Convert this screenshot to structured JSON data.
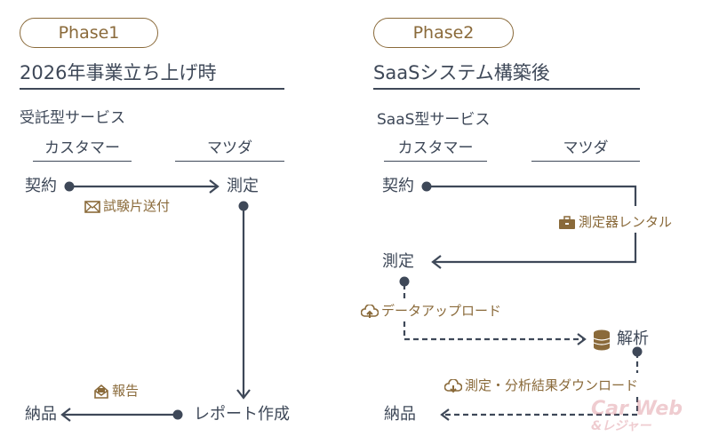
{
  "phase1": {
    "pill": "Phase1",
    "title": "2026年事業立ち上げ時",
    "service": "受託型サービス",
    "col_customer": "カスタマー",
    "col_mazda": "マツダ",
    "nodes": {
      "contract": "契約",
      "measure": "測定",
      "report_make": "レポート作成",
      "deliver": "納品"
    },
    "labels": {
      "send_sample": "試験片送付",
      "report": "報告"
    }
  },
  "phase2": {
    "pill": "Phase2",
    "title": "SaaSシステム構築後",
    "service": "SaaS型サービス",
    "col_customer": "カスタマー",
    "col_mazda": "マツダ",
    "nodes": {
      "contract": "契約",
      "measure": "測定",
      "analysis": "解析",
      "deliver": "納品"
    },
    "labels": {
      "rental": "測定器レンタル",
      "upload": "データアップロード",
      "download": "測定・分析結果ダウンロード"
    }
  },
  "watermark": "Car Web &レジャー",
  "colors": {
    "line": "#3e4858",
    "accent": "#8a6a3a"
  }
}
